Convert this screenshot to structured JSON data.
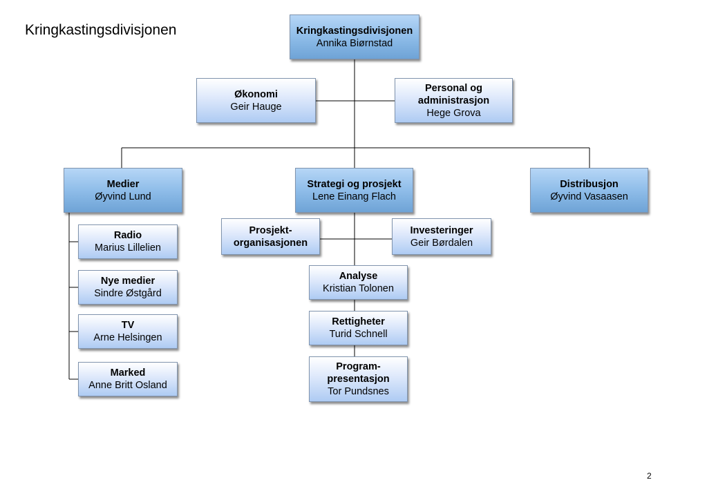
{
  "slide": {
    "title": "Kringkastingsdivisjonen",
    "page_number": "2"
  },
  "nodes": {
    "root": {
      "title": "Kringkastingsdivisjonen",
      "person": "Annika Biørnstad"
    },
    "okonomi": {
      "title": "Økonomi",
      "person": "Geir Hauge"
    },
    "personal": {
      "title_line1": "Personal og",
      "title_line2": "administrasjon",
      "person": "Hege Grova"
    },
    "medier": {
      "title": "Medier",
      "person": "Øyvind Lund"
    },
    "strategi": {
      "title": "Strategi og prosjekt",
      "person": "Lene Einang Flach"
    },
    "distribusjon": {
      "title": "Distribusjon",
      "person": "Øyvind Vasaasen"
    },
    "radio": {
      "title": "Radio",
      "person": "Marius Lillelien"
    },
    "nye_medier": {
      "title": "Nye medier",
      "person": "Sindre Østgård"
    },
    "tv": {
      "title": "TV",
      "person": "Arne Helsingen"
    },
    "marked": {
      "title": "Marked",
      "person": "Anne Britt Osland"
    },
    "prosjekt": {
      "title_line1": "Prosjekt-",
      "title_line2": "organisasjonen"
    },
    "investeringer": {
      "title": "Investeringer",
      "person": "Geir Børdalen"
    },
    "analyse": {
      "title": "Analyse",
      "person": "Kristian Tolonen"
    },
    "rettigheter": {
      "title": "Rettigheter",
      "person": "Turid Schnell"
    },
    "program": {
      "title_line1": "Program-",
      "title_line2": "presentasjon",
      "person": "Tor Pundsnes"
    }
  },
  "colors": {
    "connector": "#000000",
    "box_border": "#7f93ad",
    "box_light": "#c9dcf7",
    "box_dark": "#8fbde9"
  }
}
